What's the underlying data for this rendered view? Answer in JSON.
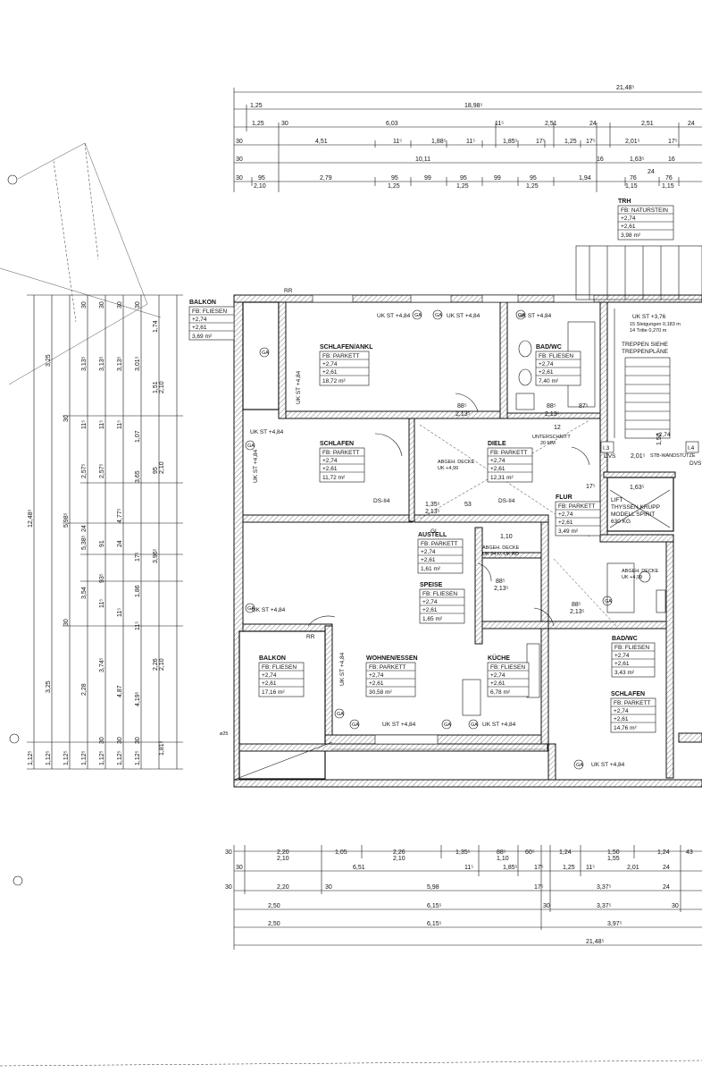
{
  "dimensions": {
    "top_total": "21,48⁵",
    "top_row2": [
      "1,25",
      "18,98⁵"
    ],
    "top_row3": [
      "1,25",
      "30",
      "6,03",
      "11⁵",
      "2,51",
      "24",
      "2,51",
      "24"
    ],
    "top_row4": [
      "30",
      "4,51",
      "11⁵",
      "1,88⁵",
      "11⁵",
      "1,85⁵",
      "17⁵",
      "1,25",
      "17⁵",
      "2,01⁵",
      "17⁵"
    ],
    "top_row5": [
      "30",
      "10,11",
      "16",
      "1,63⁵",
      "16"
    ],
    "top_row6": [
      "30",
      "95",
      "2,10",
      "2,79",
      "95",
      "1,25",
      "99",
      "95",
      "1,25",
      "99",
      "95",
      "1,25",
      "1,94",
      "76",
      "1,15",
      "24",
      "76",
      "1,15"
    ],
    "bottom_row1": [
      "30",
      "2,20",
      "2,10",
      "1,05",
      "2,26",
      "2,10",
      "1,35⁵",
      "88⁵",
      "1,10",
      "60⁵",
      "1,24",
      "1,50",
      "1,55",
      "1,24",
      "43"
    ],
    "bottom_row2": [
      "30",
      "6,51",
      "11⁵",
      "1,85⁵",
      "17⁵",
      "1,25",
      "11⁵",
      "2,01",
      "24"
    ],
    "bottom_row3": [
      "30",
      "2,20",
      "30",
      "5,98",
      "17⁵",
      "3,37⁵",
      "24"
    ],
    "bottom_row4": [
      "2,50",
      "6,15⁵",
      "30",
      "3,37⁵",
      "30"
    ],
    "bottom_row5": [
      "2,50",
      "6,15⁵",
      "3,97⁵"
    ],
    "bottom_total": "21,48⁵",
    "left_col1": [
      "12,48⁵",
      "1,12⁵"
    ],
    "left_col2": [
      "3,25",
      "3,25",
      "1,12⁵"
    ],
    "left_col3": [
      "5,98⁵",
      "1,12⁵"
    ],
    "left_col4": [
      "30",
      "5,38⁵",
      "2,28",
      "30",
      "1,12⁵"
    ],
    "left_col5": [
      "30",
      "3,13⁵",
      "11⁵",
      "2,57⁵",
      "24",
      "3,54",
      "30",
      "1,12⁵"
    ],
    "left_col6": [
      "30",
      "3,13⁵",
      "11⁵",
      "2,57⁵",
      "91",
      "93⁵",
      "11⁵",
      "3,74⁵",
      "30",
      "1,12⁵"
    ],
    "left_col7": [
      "30",
      "3,13⁵",
      "11⁵",
      "4,77⁵",
      "24",
      "11⁵",
      "4,87",
      "1,12⁵"
    ],
    "left_col8": [
      "30",
      "3,01⁵",
      "1,07",
      "3,65",
      "17⁵",
      "1,86",
      "11⁵",
      "4,19⁵",
      "30"
    ],
    "left_col9": [
      "1,74",
      "1,51",
      "2,10",
      "95",
      "2,10",
      "3,96⁵",
      "2,26",
      "2,10",
      "1,81⁵"
    ]
  },
  "rooms": [
    {
      "name": "BALKON",
      "fb": "FB: FLIESEN",
      "h1": "+2,74",
      "h2": "+2,61",
      "area": "3,69 m²"
    },
    {
      "name": "SCHLAFEN/ANKL",
      "fb": "FB:  PARKETT",
      "h1": "+2,74",
      "h2": "+2,61",
      "area": "18,72 m²"
    },
    {
      "name": "BAD/WC",
      "fb": "FB: FLIESEN",
      "h1": "+2,74",
      "h2": "+2,61",
      "area": "7,40 m²"
    },
    {
      "name": "TRH",
      "fb": "FB: NATURSTEIN",
      "h1": "+2,74",
      "h2": "+2,61",
      "area": "3,98 m²"
    },
    {
      "name": "SCHLAFEN",
      "fb": "FB: PARKETT",
      "h1": "+2,74",
      "h2": "+2,61",
      "area": "11,72 m²"
    },
    {
      "name": "DIELE",
      "fb": "FB: PARKETT",
      "h1": "+2,74",
      "h2": "+2,61",
      "area": "12,31 m²"
    },
    {
      "name": "FLUR",
      "fb": "FB: PARKETT",
      "h1": "+2,74",
      "h2": "+2,61",
      "area": "3,49 m²"
    },
    {
      "name": "AUSTELL",
      "fb": "FB: PARKETT",
      "h1": "+2,74",
      "h2": "+2,61",
      "area": "1,61 m²"
    },
    {
      "name": "SPEISE",
      "fb": "FB: FLIESEN",
      "h1": "+2,74",
      "h2": "+2,61",
      "area": "1,65 m²"
    },
    {
      "name": "BALKON",
      "fb": "FB: FLIESEN",
      "h1": "+2,74",
      "h2": "+2,61",
      "area": "17,16 m²"
    },
    {
      "name": "WOHNEN/ESSEN",
      "fb": "FB:  PARKETT",
      "h1": "+2,74",
      "h2": "+2,61",
      "area": "30,58 m²"
    },
    {
      "name": "KÜCHE",
      "fb": "FB: FLIESEN",
      "h1": "+2,74",
      "h2": "+2,61",
      "area": "6,78 m²"
    },
    {
      "name": "BAD/WC",
      "fb": "FB: FLIESEN",
      "h1": "+2,74",
      "h2": "+2,61",
      "area": "3,43 m²"
    },
    {
      "name": "SCHLAFEN",
      "fb": "FB: PARKETT",
      "h1": "+2,74",
      "h2": "+2,61",
      "area": "14,76 m²"
    }
  ],
  "labels": {
    "uk_st_484": "UK ST +4,84",
    "uk_st_376": "UK ST +3,76",
    "stairs1": "15 Steigungen 0,183 m",
    "stairs2": "14 Tritte 0,270 m",
    "treppen": "TREPPEN SIEHE",
    "treppen2": "TREPPENPLÄNE",
    "lift1": "LIFT",
    "lift2": "THYSSEN KRUPP",
    "lift3": "MODELL SPIRIT",
    "lift4": "630 KG",
    "ds1": "DS-II4",
    "ds2": "DS-II4",
    "abgeh1": "ABGEH. DECKE",
    "abgeh1b": "UK +4,99",
    "abgeh2": "ABGEH. DECKE",
    "abgeh2b": "UK 24 U. UK RD",
    "abgeh3": "ABGEH. DECKE",
    "abgeh3b": "UK +4,99",
    "gl": "GL",
    "unterschnitt": "UNTERSCHNITT",
    "unterschnitt2": "20 MM",
    "stb_wand": "STB-WANDSTÜTZE",
    "plus274": "+2,74",
    "dvs": "DVS",
    "rr": "RR",
    "ga": "GA",
    "m13": "I.3",
    "m14": "I.4",
    "o25": "ø25",
    "d88": "88⁵",
    "d213": "2,13⁵",
    "d135": "1,35⁵",
    "d53": "53",
    "d201": "2,01⁵",
    "d163": "1,63⁵",
    "d17": "17⁵",
    "d110": "1,10",
    "d87": "87⁵",
    "d12": "12",
    "d150": "1,50"
  }
}
